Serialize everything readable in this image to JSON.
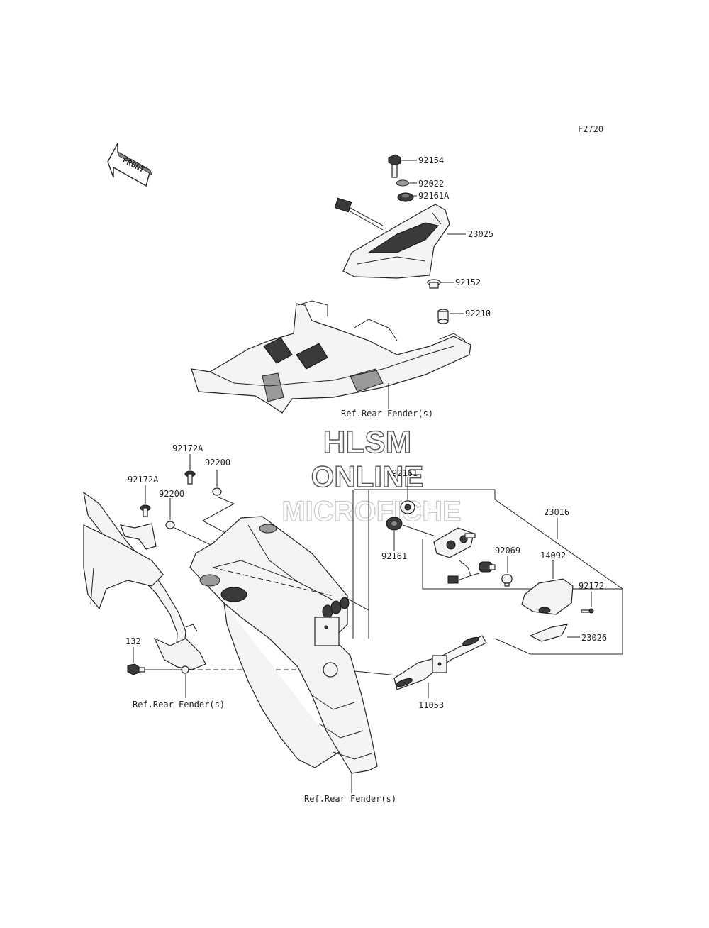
{
  "figure_code": "F2720",
  "front_label": "FRONT",
  "watermark": {
    "line1": "HLSM",
    "line2": "ONLINE",
    "line3": "MICROFICHE"
  },
  "parts": {
    "p92154": "92154",
    "p92022": "92022",
    "p92161A": "92161A",
    "p23025": "23025",
    "p92152": "92152",
    "p92210": "92210",
    "p92172A_a": "92172A",
    "p92200_a": "92200",
    "p92172A_b": "92172A",
    "p92200_b": "92200",
    "p92161_a": "92161",
    "p92161_b": "92161",
    "p23016": "23016",
    "p92069": "92069",
    "p14092": "14092",
    "p92172": "92172",
    "p23026": "23026",
    "p132": "132",
    "p11053": "11053"
  },
  "refs": {
    "top": "Ref.Rear Fender(s)",
    "left": "Ref.Rear Fender(s)",
    "bottom": "Ref.Rear Fender(s)"
  }
}
